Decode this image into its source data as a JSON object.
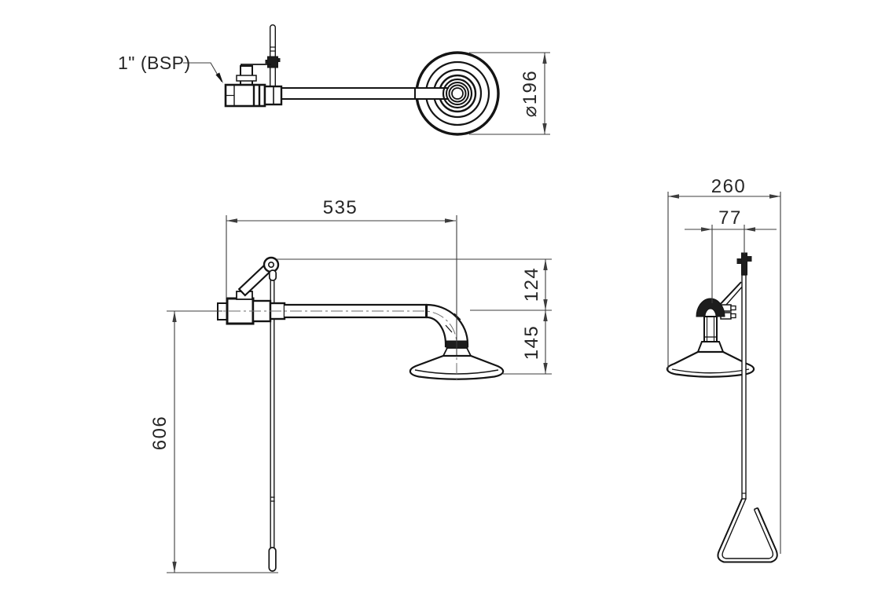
{
  "views": {
    "top": {
      "inlet_label": "1\" (BSP)",
      "head_diameter": "⌀196"
    },
    "front": {
      "arm_length": "535",
      "lever_height": "124",
      "head_drop": "145",
      "rod_length": "606"
    },
    "side": {
      "depth": "260",
      "rod_offset": "77"
    }
  },
  "colors": {
    "object_line": "#141414",
    "dimension_line": "#3d3d3d",
    "text": "#262626",
    "background": "#ffffff"
  }
}
